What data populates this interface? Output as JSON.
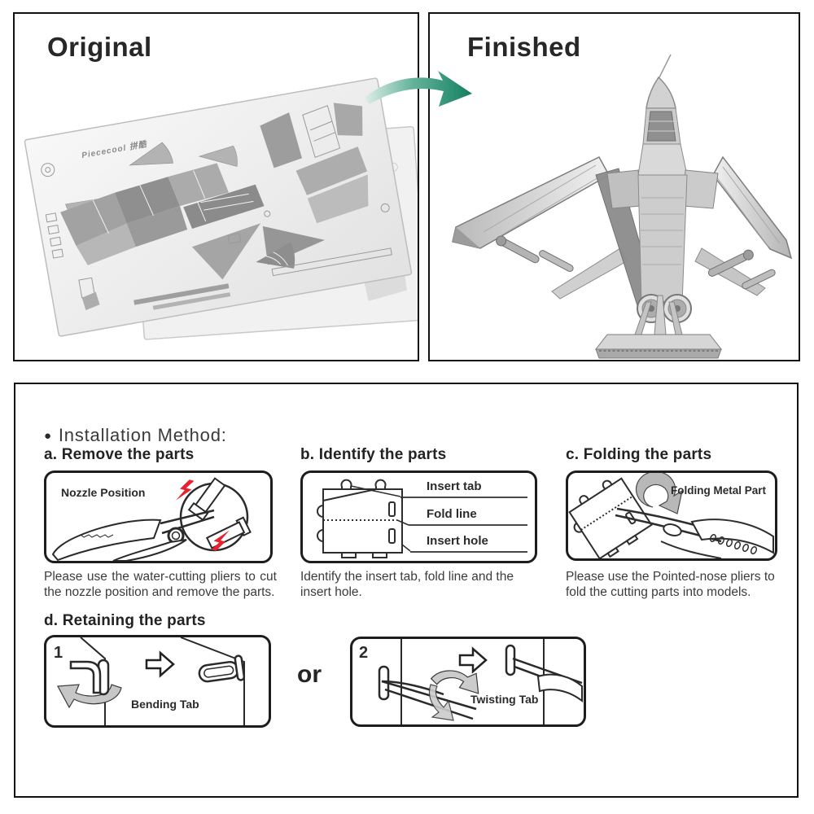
{
  "panels": {
    "original": {
      "title": "Original",
      "sheet_brand": "Piececool 拼酷"
    },
    "finished": {
      "title": "Finished"
    }
  },
  "instructions": {
    "bullet": "●",
    "heading": "Installation Method:",
    "steps": [
      {
        "id": "a",
        "title": "a. Remove the parts",
        "box_label": "Nozzle Position",
        "caption": "Please use the water-cutting pliers to cut the nozzle position and remove the parts."
      },
      {
        "id": "b",
        "title": "b. Identify the parts",
        "part_labels": [
          "Insert tab",
          "Fold line",
          "Insert hole"
        ],
        "caption": "Identify the insert tab, fold line and the insert hole."
      },
      {
        "id": "c",
        "title": "c. Folding the parts",
        "box_label": "Folding Metal Part",
        "caption": "Please use the Pointed-nose pliers to fold the cutting parts into models."
      },
      {
        "id": "d",
        "title": "d. Retaining the parts",
        "separator": "or",
        "options": [
          {
            "number": "1",
            "label": "Bending Tab"
          },
          {
            "number": "2",
            "label": "Twisting Tab"
          }
        ]
      }
    ]
  },
  "colors": {
    "accent_green": "#12805f",
    "alert_red": "#e4232e",
    "ink": "#2a2a2a",
    "metal_light": "#ececec",
    "metal_dark": "#8f8f8f"
  }
}
